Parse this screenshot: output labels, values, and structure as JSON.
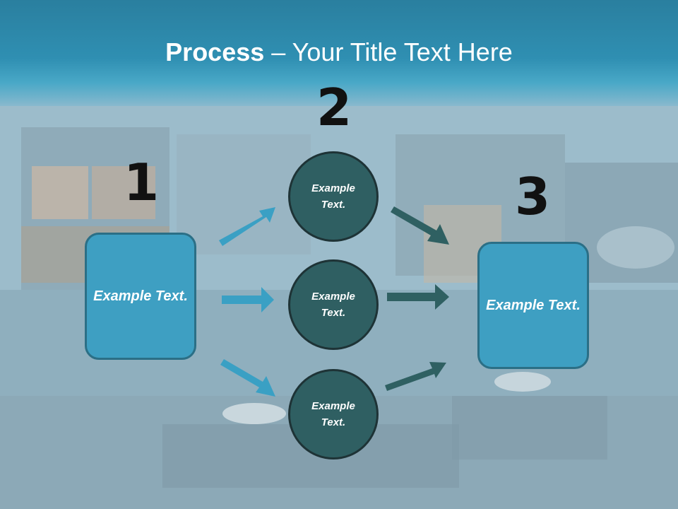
{
  "title": {
    "bold": "Process",
    "rest": " – Your Title Text Here"
  },
  "steps": {
    "one": "1",
    "two": "2",
    "three": "3"
  },
  "boxes": {
    "left": "Example Text.",
    "right": "Example Text."
  },
  "circles": {
    "top": "Example Text.",
    "middle": "Example Text.",
    "bottom": "Example Text."
  },
  "colors": {
    "title_band": "#2f8fb2",
    "box_fill": "#3e9fc2",
    "box_border": "#2b6f86",
    "circle_fill": "#2f5f62",
    "circle_border": "#1e3336",
    "arrow_light": "#3aa0c4",
    "arrow_dark": "#2f6062",
    "number_color": "#111111"
  }
}
